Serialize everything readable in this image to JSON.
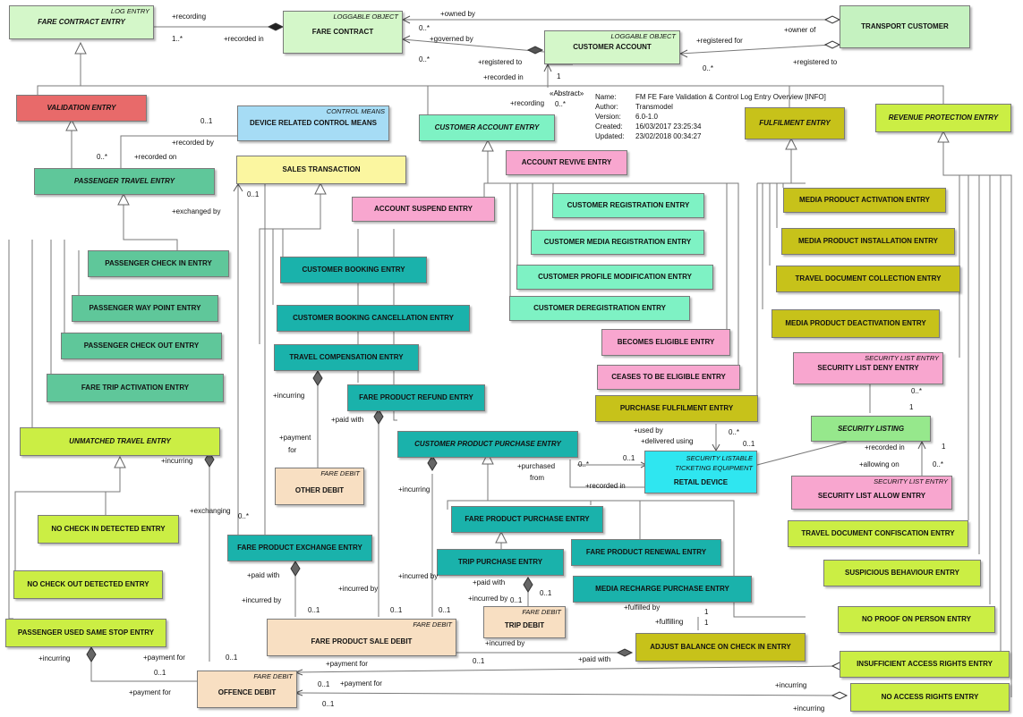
{
  "diagram_meta": {
    "name_label": "Name:",
    "name": "FM FE Fare Validation & Control Log Entry Overview [INFO]",
    "author_label": "Author:",
    "author": "Transmodel",
    "version_label": "Version:",
    "version": "6.0-1.0",
    "created_label": "Created:",
    "created": "16/03/2017 23:25:34",
    "updated_label": "Updated:",
    "updated": "23/02/2018 00:34:27"
  },
  "abstract_tag": "«Abstract»",
  "colors": {
    "white_green": "#d4f7c9",
    "cyan": "#7ef2c4",
    "sea": "#5fc79a",
    "sky": "#a6dcf5",
    "teal": "#1ab2ab",
    "red": "#e86a6a",
    "yellow": "#fbf6a0",
    "pink": "#f8a6cf",
    "olive": "#c7c21a",
    "lime": "#cbee44",
    "light_green": "#96e88c",
    "peach": "#f8dfc2",
    "line": "#7a7a7a"
  },
  "boxes": {
    "fare_contract_entry": {
      "name": "FARE CONTRACT ENTRY",
      "stereotype": "LOG ENTRY"
    },
    "fare_contract": {
      "name": "FARE CONTRACT",
      "stereotype": "LOGGABLE OBJECT"
    },
    "transport_customer": {
      "name": "TRANSPORT CUSTOMER"
    },
    "customer_account": {
      "name": "CUSTOMER ACCOUNT",
      "stereotype": "LOGGABLE OBJECT"
    },
    "validation_entry": {
      "name": "VALIDATION ENTRY"
    },
    "device_related_control_means": {
      "name": "DEVICE RELATED CONTROL MEANS",
      "stereotype": "CONTROL MEANS"
    },
    "customer_account_entry": {
      "name": "CUSTOMER ACCOUNT ENTRY"
    },
    "fulfilment_entry": {
      "name": "FULFILMENT ENTRY"
    },
    "revenue_protection_entry": {
      "name": "REVENUE PROTECTION ENTRY"
    },
    "sales_transaction": {
      "name": "SALES TRANSACTION"
    },
    "account_revive_entry": {
      "name": "ACCOUNT REVIVE ENTRY"
    },
    "passenger_travel_entry": {
      "name": "PASSENGER TRAVEL ENTRY"
    },
    "account_suspend_entry": {
      "name": "ACCOUNT SUSPEND ENTRY"
    },
    "customer_registration_entry": {
      "name": "CUSTOMER REGISTRATION ENTRY"
    },
    "media_product_activation_entry": {
      "name": "MEDIA PRODUCT ACTIVATION ENTRY"
    },
    "customer_media_registration_entry": {
      "name": "CUSTOMER MEDIA REGISTRATION ENTRY"
    },
    "media_product_installation_entry": {
      "name": "MEDIA PRODUCT INSTALLATION ENTRY"
    },
    "passenger_check_in_entry": {
      "name": "PASSENGER CHECK IN ENTRY"
    },
    "customer_booking_entry": {
      "name": "CUSTOMER BOOKING ENTRY"
    },
    "customer_profile_modification_entry": {
      "name": "CUSTOMER PROFILE MODIFICATION ENTRY"
    },
    "travel_document_collection_entry": {
      "name": "TRAVEL DOCUMENT COLLECTION ENTRY"
    },
    "passenger_way_point_entry": {
      "name": "PASSENGER WAY POINT ENTRY"
    },
    "customer_deregistration_entry": {
      "name": "CUSTOMER DEREGISTRATION ENTRY"
    },
    "customer_booking_cancellation_entry": {
      "name": "CUSTOMER BOOKING CANCELLATION ENTRY"
    },
    "media_product_deactivation_entry": {
      "name": "MEDIA PRODUCT DEACTIVATION ENTRY"
    },
    "becomes_eligible_entry": {
      "name": "BECOMES ELIGIBLE ENTRY"
    },
    "passenger_check_out_entry": {
      "name": "PASSENGER CHECK OUT ENTRY"
    },
    "travel_compensation_entry": {
      "name": "TRAVEL COMPENSATION ENTRY"
    },
    "security_list_deny_entry": {
      "name": "SECURITY LIST DENY ENTRY",
      "stereotype": "SECURITY LIST ENTRY"
    },
    "ceases_to_be_eligible_entry": {
      "name": "CEASES TO BE ELIGIBLE ENTRY"
    },
    "fare_trip_activation_entry": {
      "name": "FARE TRIP ACTIVATION ENTRY"
    },
    "fare_product_refund_entry": {
      "name": "FARE PRODUCT REFUND ENTRY"
    },
    "purchase_fulfilment_entry": {
      "name": "PURCHASE FULFILMENT ENTRY"
    },
    "security_listing": {
      "name": "SECURITY LISTING"
    },
    "unmatched_travel_entry": {
      "name": "UNMATCHED TRAVEL ENTRY"
    },
    "customer_product_purchase_entry": {
      "name": "CUSTOMER PRODUCT PURCHASE ENTRY"
    },
    "retail_device": {
      "name": "RETAIL DEVICE",
      "stereotype": "SECURITY LISTABLE TICKETING EQUIPMENT"
    },
    "other_debit": {
      "name": "OTHER DEBIT",
      "stereotype": "FARE DEBIT"
    },
    "security_list_allow_entry": {
      "name": "SECURITY LIST ALLOW ENTRY",
      "stereotype": "SECURITY LIST ENTRY"
    },
    "no_check_in_detected_entry": {
      "name": "NO CHECK IN DETECTED ENTRY"
    },
    "fare_product_purchase_entry": {
      "name": "FARE PRODUCT PURCHASE ENTRY"
    },
    "travel_document_confiscation_entry": {
      "name": "TRAVEL DOCUMENT CONFISCATION ENTRY"
    },
    "fare_product_exchange_entry": {
      "name": "FARE PRODUCT EXCHANGE ENTRY"
    },
    "fare_product_renewal_entry": {
      "name": "FARE PRODUCT RENEWAL ENTRY"
    },
    "trip_purchase_entry": {
      "name": "TRIP PURCHASE ENTRY"
    },
    "suspicious_behaviour_entry": {
      "name": "SUSPICIOUS BEHAVIOUR ENTRY"
    },
    "no_check_out_detected_entry": {
      "name": "NO CHECK OUT DETECTED ENTRY"
    },
    "media_recharge_purchase_entry": {
      "name": "MEDIA RECHARGE PURCHASE ENTRY"
    },
    "trip_debit": {
      "name": "TRIP DEBIT",
      "stereotype": "FARE DEBIT"
    },
    "no_proof_on_person_entry": {
      "name": "NO PROOF ON PERSON ENTRY"
    },
    "passenger_used_same_stop_entry": {
      "name": "PASSENGER USED SAME STOP ENTRY"
    },
    "fare_product_sale_debit": {
      "name": "FARE PRODUCT SALE DEBIT",
      "stereotype": "FARE DEBIT"
    },
    "adjust_balance_on_check_in_entry": {
      "name": "ADJUST BALANCE ON CHECK IN ENTRY"
    },
    "insufficient_access_rights_entry": {
      "name": "INSUFFICIENT ACCESS RIGHTS ENTRY"
    },
    "offence_debit": {
      "name": "OFFENCE DEBIT",
      "stereotype": "FARE DEBIT"
    },
    "no_access_rights_entry": {
      "name": "NO ACCESS RIGHTS ENTRY"
    }
  },
  "labels": {
    "l1": "+recording",
    "l2": "1..*",
    "l3": "+recorded in",
    "l4": "+owned by",
    "l5": "0..*",
    "l6": "+governed by",
    "l7": "0..*",
    "l8": "+owner of",
    "l9": "+registered for",
    "l10": "+registered to",
    "l11": "0..*",
    "l12": "+registered to",
    "l13": "1",
    "l14": "+recorded in",
    "l15": "+recording",
    "l16": "0..*",
    "l17": "0..1",
    "l18": "+recorded by",
    "l19": "0..*",
    "l20": "+recorded on",
    "l21": "0..1",
    "l22": "+exchanged by",
    "l23": "+incurring",
    "l24": "+payment",
    "l25": "for",
    "l26": "+paid with",
    "l27": "+incurring",
    "l28": "+exchanging",
    "l29": "0..*",
    "l30": "+incurring",
    "l31": "+purchased",
    "l32": "from",
    "l33": "0..*",
    "l34": "+recorded in",
    "l35": "0..1",
    "l36": "+used by",
    "l37": "+delivered using",
    "l38": "0..*",
    "l39": "0..1",
    "l40": "0..*",
    "l41": "1",
    "l42": "+recorded in",
    "l43": "1",
    "l44": "+allowing on",
    "l45": "0..*",
    "l46": "+paid with",
    "l47": "+incurred by",
    "l48": "+incurred by",
    "l49": "+incurred by",
    "l50": "0..1",
    "l51": "0..1",
    "l52": "0..1",
    "l53": "+paid with",
    "l54": "0..1",
    "l55": "+incurred by",
    "l56": "0..1",
    "l57": "+fulfilled by",
    "l58": "1",
    "l59": "+fulfilling",
    "l60": "1",
    "l61": "+incurred by",
    "l62": "0..1",
    "l63": "+paid with",
    "l64": "+incurring",
    "l65": "+payment for",
    "l66": "0..1",
    "l67": "0..1",
    "l68": "+payment for",
    "l69": "+payment for",
    "l70": "0..1",
    "l71": "+payment for",
    "l72": "+incurring",
    "l73": "0..1",
    "l74": "+incurring"
  }
}
